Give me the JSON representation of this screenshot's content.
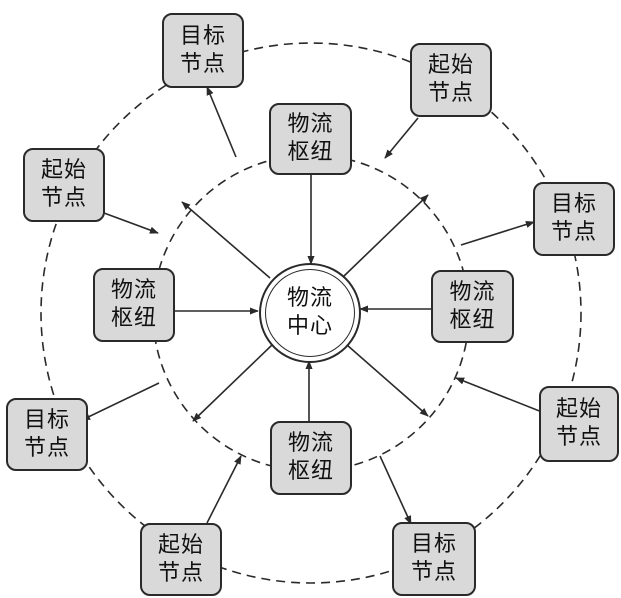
{
  "center": {
    "line1": "物流",
    "line2": "中心"
  },
  "hubs": [
    {
      "line1": "物流",
      "line2": "枢纽"
    },
    {
      "line1": "物流",
      "line2": "枢纽"
    },
    {
      "line1": "物流",
      "line2": "枢纽"
    },
    {
      "line1": "物流",
      "line2": "枢纽"
    }
  ],
  "outer_nodes": [
    {
      "line1": "目标",
      "line2": "节点"
    },
    {
      "line1": "起始",
      "line2": "节点"
    },
    {
      "line1": "起始",
      "line2": "节点"
    },
    {
      "line1": "目标",
      "line2": "节点"
    },
    {
      "line1": "目标",
      "line2": "节点"
    },
    {
      "line1": "起始",
      "line2": "节点"
    },
    {
      "line1": "起始",
      "line2": "节点"
    },
    {
      "line1": "目标",
      "line2": "节点"
    }
  ],
  "colors": {
    "node_fill": "#d9d9d9",
    "stroke": "#2a2a2a"
  }
}
